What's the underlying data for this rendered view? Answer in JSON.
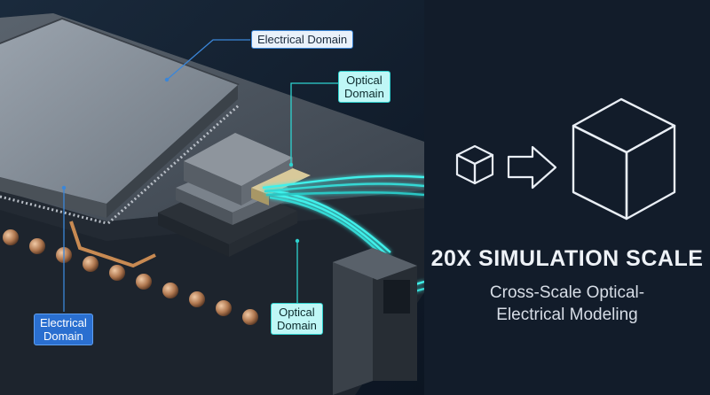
{
  "callouts": {
    "electrical_top": "Electrical Domain",
    "optical_top_line1": "Optical",
    "optical_top_line2": "Domain",
    "electrical_bottom_line1": "Electrical",
    "electrical_bottom_line2": "Domain",
    "optical_bottom_line1": "Optical",
    "optical_bottom_line2": "Domain"
  },
  "headline": "20X SIMULATION SCALE",
  "subline_line1": "Cross-Scale Optical-",
  "subline_line2": "Electrical Modeling",
  "icons": [
    "small-cube-icon",
    "arrow-right-icon",
    "large-cube-icon"
  ],
  "colors": {
    "background": "#0f1a28",
    "accent_cyan": "#2fd3d0",
    "accent_blue": "#3b86d8",
    "text": "#eef2f7"
  }
}
